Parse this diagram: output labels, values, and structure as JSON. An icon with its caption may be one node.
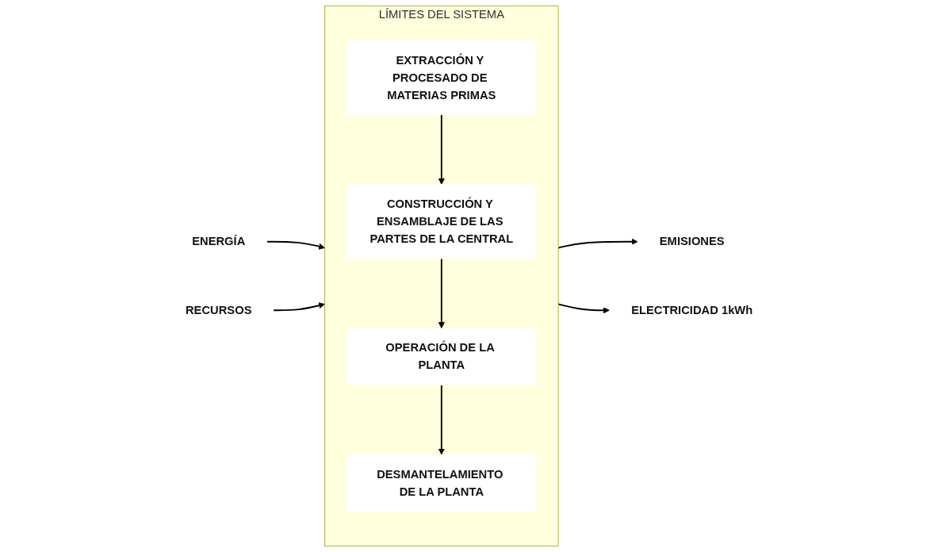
{
  "diagram": {
    "nodes": [
      {
        "text": [
          "ENERGÍA"
        ]
      },
      {
        "text": [
          "RECURSOS"
        ]
      },
      {
        "text": [
          "LÍMITES DEL SISTEMA"
        ]
      },
      {
        "text": [
          "EXTRACCIÓN Y PROCESADO DE MATERIAS PRIMAS"
        ],
        "in": 2
      },
      {
        "text": [
          "CONSTRUCCIÓN Y ENSAMBLAJE DE LAS PARTES DE LA CENTRAL"
        ],
        "in": 2
      },
      {
        "text": [
          "OPERACIÓN DE LA PLANTA"
        ],
        "in": 2
      },
      {
        "text": [
          "DESMANTELAMIENTO DE LA PLANTA"
        ],
        "in": 2
      },
      {
        "text": [
          "EMISIONES"
        ]
      },
      {
        "text": [
          "ELECTRICIDAD 1kWh"
        ]
      }
    ],
    "edges": [
      {
        "from": 0,
        "to": 2,
        "arrow": "to"
      },
      {
        "from": 1,
        "to": 2,
        "arrow": "to"
      },
      {
        "from": 3,
        "to": 4,
        "arrow": "to"
      },
      {
        "from": 4,
        "to": 5,
        "arrow": "to"
      },
      {
        "from": 5,
        "to": 6,
        "arrow": "to"
      },
      {
        "from": 2,
        "to": 7,
        "arrow": "to"
      },
      {
        "from": 2,
        "to": 8,
        "arrow": "to"
      }
    ]
  }
}
